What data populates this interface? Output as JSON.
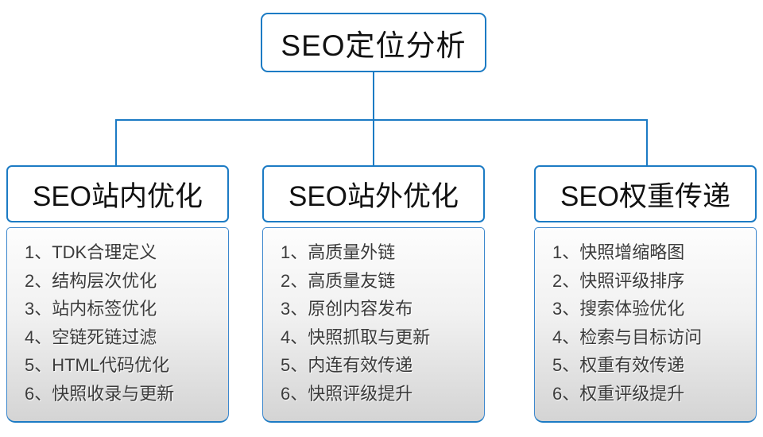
{
  "diagram": {
    "root": {
      "label": "SEO定位分析"
    },
    "columns": [
      {
        "title": "SEO站内优化",
        "items": [
          "1、TDK合理定义",
          "2、结构层次优化",
          "3、站内标签优化",
          "4、空链死链过滤",
          "5、HTML代码优化",
          "6、快照收录与更新"
        ]
      },
      {
        "title": "SEO站外优化",
        "items": [
          "1、高质量外链",
          "2、高质量友链",
          "3、原创内容发布",
          "4、快照抓取与更新",
          "5、内连有效传递",
          "6、快照评级提升"
        ]
      },
      {
        "title": "SEO权重传递",
        "items": [
          "1、快照增缩略图",
          "2、快照评级排序",
          "3、搜索体验优化",
          "4、检索与目标访问",
          "5、权重有效传递",
          "6、权重评级提升"
        ]
      }
    ],
    "colors": {
      "line_blue": "#1c7bc4",
      "body_gradient_top": "#fdfdfd",
      "body_gradient_bottom": "#d4d4d4",
      "header_text": "#111111",
      "item_text": "#3b3b3b"
    }
  }
}
